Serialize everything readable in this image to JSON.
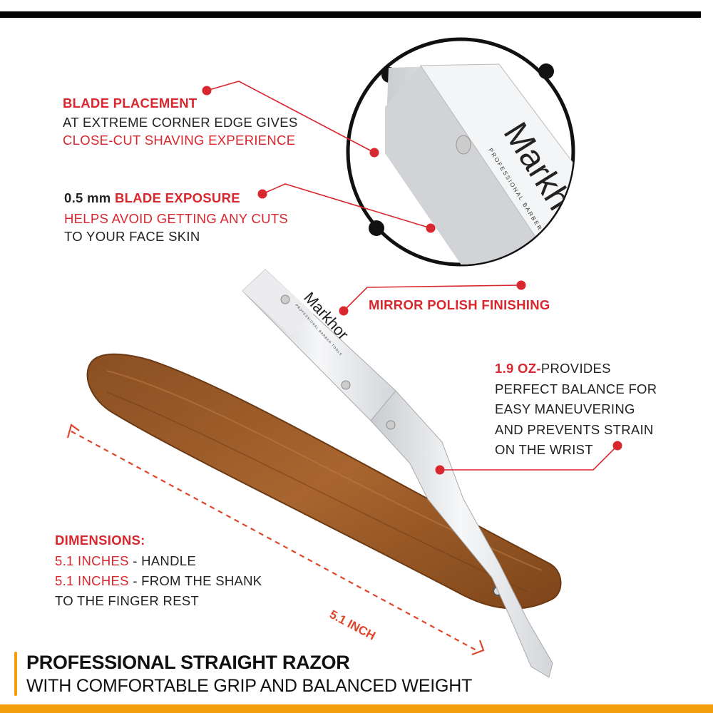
{
  "brand": {
    "name": "Markhor",
    "tagline": "PROFESSIONAL BARBER TOOLS"
  },
  "callouts": {
    "blade_placement": {
      "heading": "BLADE PLACEMENT",
      "line1": "AT EXTREME CORNER EDGE GIVES",
      "line2": "CLOSE-CUT SHAVING EXPERIENCE"
    },
    "blade_exposure": {
      "prefix": "0.5 mm",
      "heading": "BLADE EXPOSURE",
      "line1": "HELPS AVOID GETTING ANY CUTS",
      "line2": "TO YOUR FACE SKIN"
    },
    "mirror_polish": {
      "heading": "MIRROR POLISH FINISHING"
    },
    "weight": {
      "heading": "1.9 OZ-",
      "line0": "PROVIDES",
      "line1": "PERFECT BALANCE FOR",
      "line2": "EASY MANEUVERING",
      "line3": "AND PREVENTS STRAIN",
      "line4": "ON THE WRIST"
    },
    "dimensions": {
      "heading": "DIMENSIONS:",
      "l1_value": "5.1 INCHES",
      "l1_text": " - HANDLE",
      "l2_value": "5.1 INCHES",
      "l2_text": " - FROM THE SHANK",
      "l3_text": "TO THE FINGER REST"
    }
  },
  "measure_label": "5.1 INCH",
  "footer": {
    "title": "PROFESSIONAL STRAIGHT RAZOR",
    "subtitle": "WITH COMFORTABLE GRIP AND BALANCED WEIGHT"
  },
  "colors": {
    "accent_red": "#d8272e",
    "accent_orange": "#f59e0b",
    "wood": "#9a5a2a",
    "steel": "#e4e6e8"
  }
}
